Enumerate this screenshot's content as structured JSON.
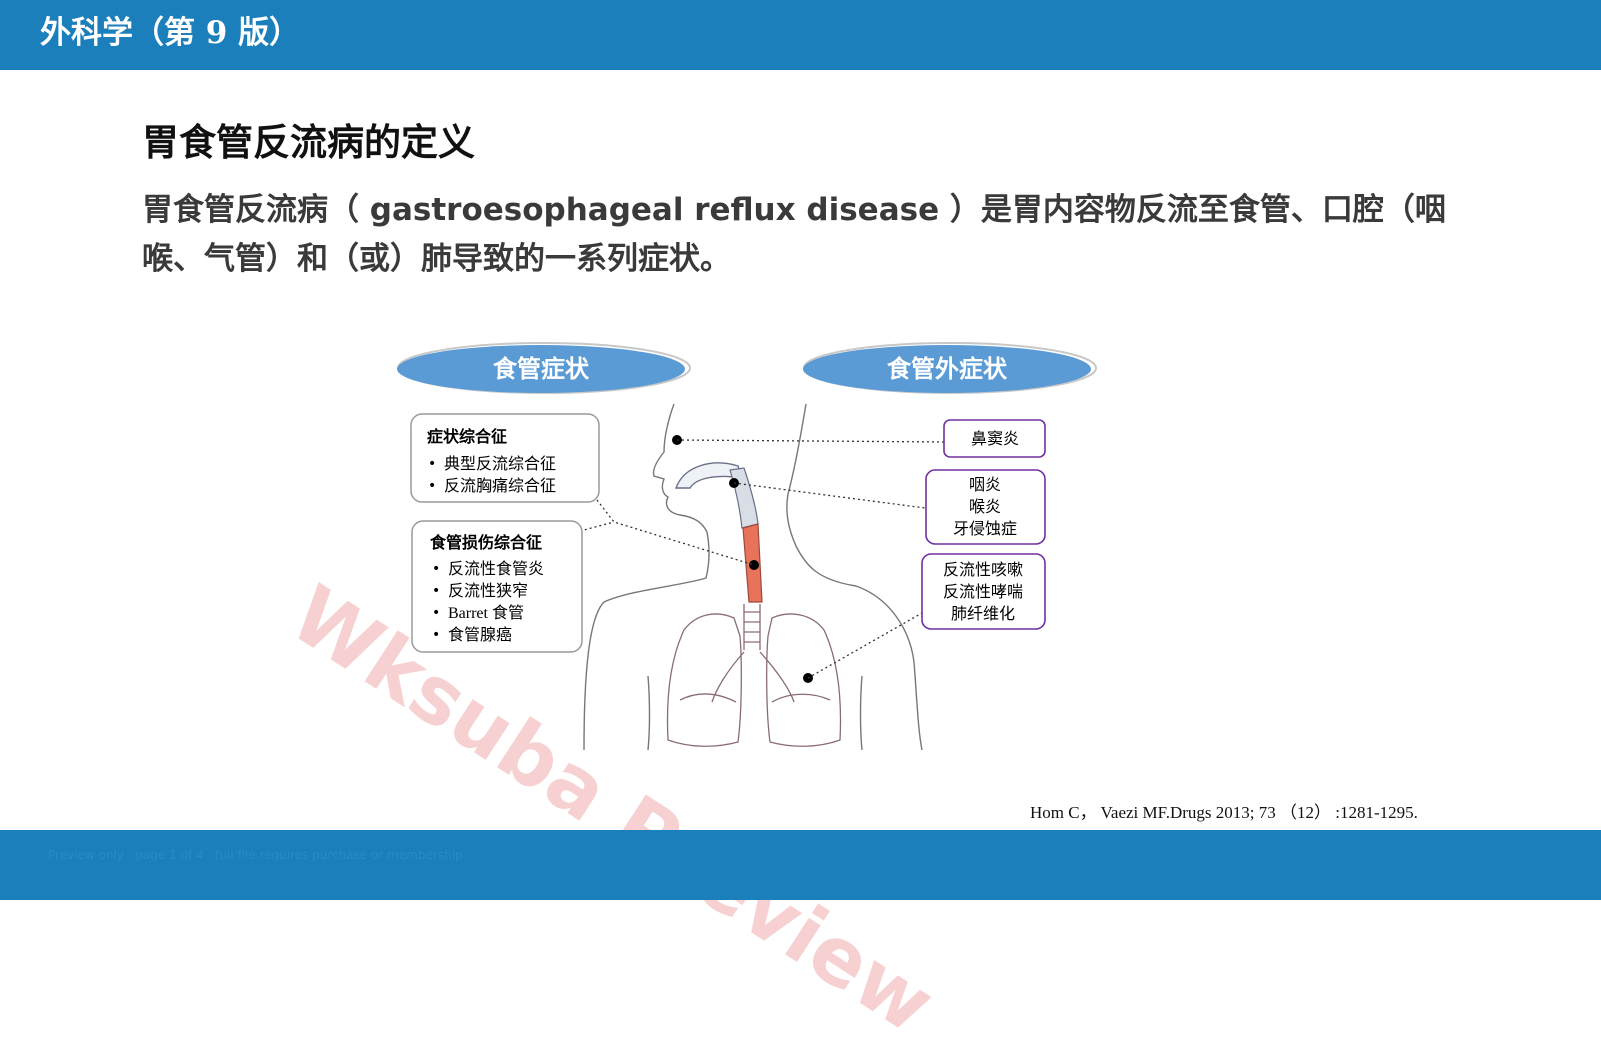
{
  "header": {
    "title": "外科学（第 9 版）"
  },
  "slide": {
    "title": "胃食管反流病的定义",
    "definition": "胃食管反流病（ gastroesophageal reflux disease ）是胃内容物反流至食管、口腔（咽喉、气管）和（或）肺导致的一系列症状。"
  },
  "diagram": {
    "left_heading": "食管症状",
    "right_heading": "食管外症状",
    "symptom_box": {
      "title": "症状综合征",
      "items": [
        "典型反流综合征",
        "反流胸痛综合征"
      ]
    },
    "injury_box": {
      "title": "食管损伤综合征",
      "items": [
        "反流性食管炎",
        "反流性狭窄",
        "Barret 食管",
        "食管腺癌"
      ]
    },
    "sinus_box": {
      "items": [
        "鼻窦炎"
      ]
    },
    "throat_box": {
      "items": [
        "咽炎",
        "喉炎",
        "牙侵蚀症"
      ]
    },
    "lung_box": {
      "items": [
        "反流性咳嗽",
        "反流性哮喘",
        "肺纤维化"
      ]
    },
    "bullet": "•"
  },
  "citation": "Hom C，  Vaezi MF.Drugs 2013; 73 （12） :1281-1295.",
  "watermark": "Wksuba Preview",
  "footer": {
    "note": "Preview only · page 1 of 4 · full file requires purchase or membership"
  },
  "colors": {
    "banner": "#1a7fba",
    "oval": "#5b9bd5",
    "box_border": "#7030a0",
    "esophagus": "#e8735a"
  }
}
